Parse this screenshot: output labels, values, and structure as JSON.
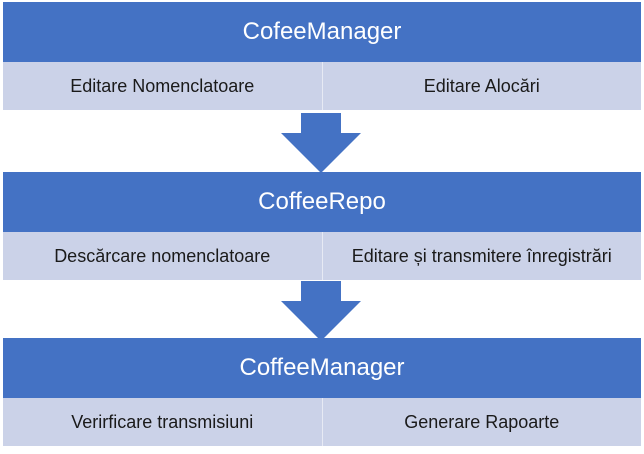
{
  "colors": {
    "header_bg": "#4472C4",
    "cell_bg": "#CBD2E8",
    "arrow": "#4472C4"
  },
  "sections": [
    {
      "title": "CofeeManager",
      "items": [
        "Editare Nomenclatoare",
        "Editare Alocări"
      ]
    },
    {
      "title": "CoffeeRepo",
      "items": [
        "Descărcare nomenclatoare",
        "Editare și transmitere înregistrări"
      ]
    },
    {
      "title": "CoffeeManager",
      "items": [
        "Verirficare transmisiuni",
        "Generare Rapoarte"
      ]
    }
  ]
}
